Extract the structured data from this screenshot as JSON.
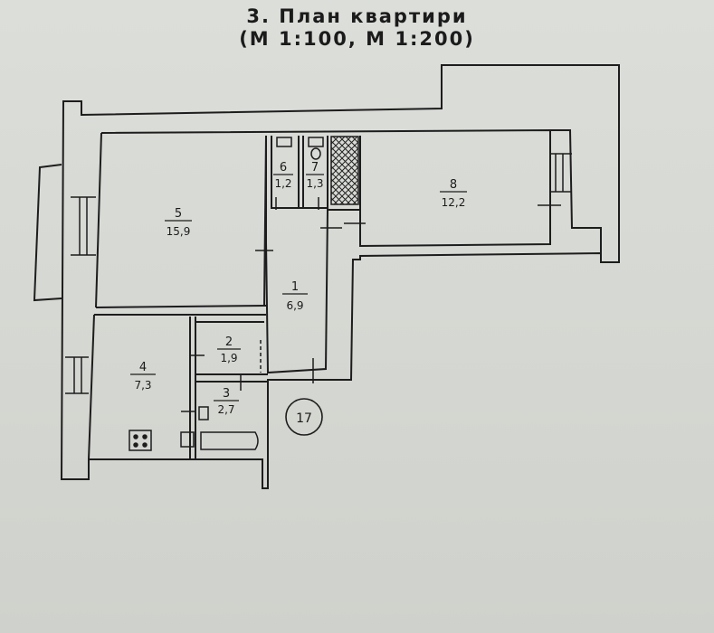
{
  "title": {
    "line1": "3. План квартири",
    "line2": "(М 1:100, М 1:200)"
  },
  "rooms": [
    {
      "id": "room-1",
      "number": "1",
      "area": "6,9"
    },
    {
      "id": "room-2",
      "number": "2",
      "area": "1,9"
    },
    {
      "id": "room-3",
      "number": "3",
      "area": "2,7"
    },
    {
      "id": "room-4",
      "number": "4",
      "area": "7,3"
    },
    {
      "id": "room-5",
      "number": "5",
      "area": "15,9"
    },
    {
      "id": "room-6",
      "number": "6",
      "area": "1,2"
    },
    {
      "id": "room-7",
      "number": "7",
      "area": "1,3"
    },
    {
      "id": "room-8",
      "number": "8",
      "area": "12,2"
    }
  ],
  "apartment_number": "17"
}
